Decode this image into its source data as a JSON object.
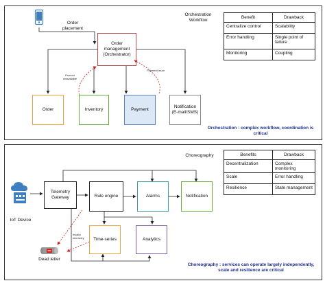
{
  "orchestration": {
    "title": "Orchestration\nWorkflow",
    "order_placement": "Order\nplacement",
    "orchestrator": "Order\nmanagement\n(Orchestrator)",
    "label_product_unavailable": "Product\nunavailable",
    "label_payment_issue": "Payment issue",
    "services": {
      "order": "Order",
      "inventory": "Inventory",
      "payment": "Payment",
      "notification": "Notification\n(E-mail/SMS)"
    },
    "table": {
      "headers": [
        "Benefit",
        "Drawback"
      ],
      "rows": [
        [
          "Centralize control",
          "Scalability"
        ],
        [
          "Error handling",
          "Single point of failure"
        ],
        [
          "Monitoring",
          "Coupling"
        ]
      ]
    },
    "caption": "Orchestration : complex workflow, coordination is critical"
  },
  "choreography": {
    "title": "Choreography",
    "iot_device": "IoT Device",
    "telemetry_gateway": "Telemetry\nGateway",
    "rule_engine": "Rule engine",
    "alarms": "Alarms",
    "notification": "Notification",
    "time_series": "Time-series",
    "analytics": "Analytics",
    "dead_letter": "Dead letter",
    "label_invalid_telemetry": "Invalid\ntelemetry",
    "table": {
      "headers": [
        "Benefits",
        "Drawback"
      ],
      "rows": [
        [
          "Decentralization",
          "Complex monitoring"
        ],
        [
          "Scale",
          "Error handling"
        ],
        [
          "Resilience",
          "State management"
        ]
      ]
    },
    "caption": "Choreography : services can operate largely independently,\nscale and resilience are critical"
  },
  "colors": {
    "orchestrator_border": "#b84a4a",
    "order_border": "#e8a33a",
    "inventory_border": "#6aad3a",
    "payment_border": "#5a7fbf",
    "notification_border": "#888888",
    "alarms_border": "#3a9a9a",
    "choreo_notification_border": "#6aad3a",
    "time_series_border": "#e8a33a",
    "analytics_border": "#7a5aa8",
    "dashed_red": "#d02020",
    "caption_blue": "#1f2f8f",
    "iot_blue": "#3d7fc1"
  }
}
